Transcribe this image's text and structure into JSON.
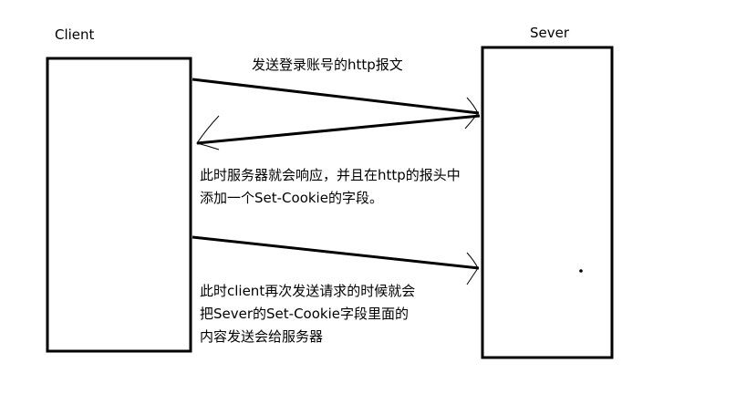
{
  "client": {
    "label": "Client"
  },
  "server": {
    "label": "Sever"
  },
  "messages": [
    {
      "lines": [
        "发送登录账号的http报文"
      ]
    },
    {
      "lines": [
        "此时服务器就会响应，并且在http的报头中",
        "添加一个Set-Cookie的字段。"
      ]
    },
    {
      "lines": [
        "此时client再次发送请求的时候就会",
        "把Sever的Set-Cookie字段里面的",
        "内容发送会给服务器"
      ]
    }
  ],
  "colors": {
    "stroke": "#000000",
    "background": "#ffffff"
  }
}
